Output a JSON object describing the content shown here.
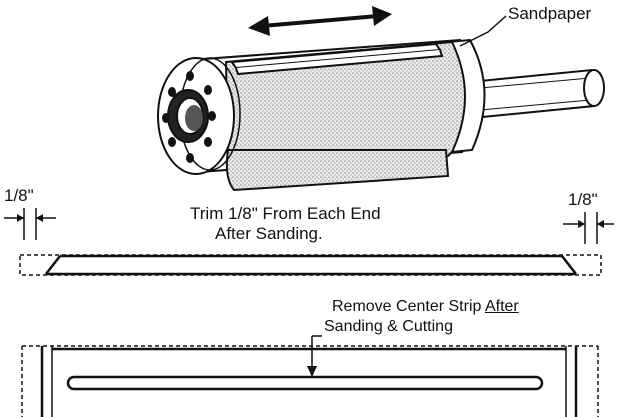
{
  "labels": {
    "sandpaper": "Sandpaper",
    "left_dim": "1/8\"",
    "right_dim": "1/8\"",
    "trim_line1": "Trim 1/8\" From Each End",
    "trim_line2": "After Sanding.",
    "remove_prefix": "Remove Center Strip ",
    "remove_emphasis": "After",
    "remove_line2": "Sanding & Cutting"
  },
  "colors": {
    "ink": "#111111",
    "paper_texture": "#9a9a9a",
    "paper_bg": "#e6e6e6"
  }
}
